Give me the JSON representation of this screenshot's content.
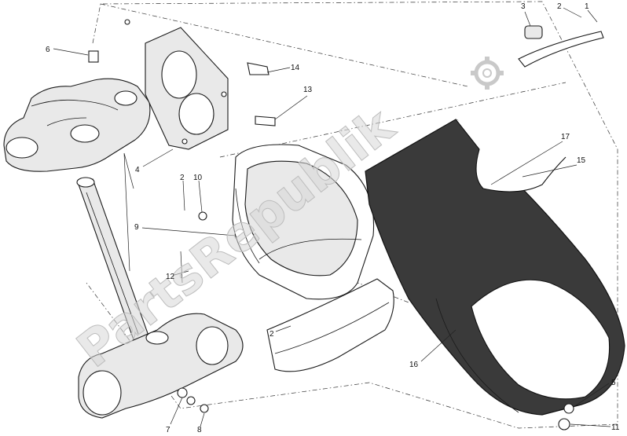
{
  "watermark": {
    "text": "PartsRepublik"
  },
  "callouts": [
    {
      "id": "c1",
      "text": "1"
    },
    {
      "id": "c2a",
      "text": "2"
    },
    {
      "id": "c3",
      "text": "3"
    },
    {
      "id": "c6",
      "text": "6"
    },
    {
      "id": "c14",
      "text": "14"
    },
    {
      "id": "c13",
      "text": "13"
    },
    {
      "id": "c17",
      "text": "17"
    },
    {
      "id": "c15",
      "text": "15"
    },
    {
      "id": "c4",
      "text": "4"
    },
    {
      "id": "c2b",
      "text": "2"
    },
    {
      "id": "c10",
      "text": "10"
    },
    {
      "id": "c9",
      "text": "9"
    },
    {
      "id": "c12",
      "text": "12"
    },
    {
      "id": "c2c",
      "text": "2"
    },
    {
      "id": "c16",
      "text": "16"
    },
    {
      "id": "c5",
      "text": "5"
    },
    {
      "id": "c11",
      "text": "11"
    },
    {
      "id": "c7",
      "text": "7"
    },
    {
      "id": "c8",
      "text": "8"
    }
  ],
  "colors": {
    "fairing": "#3a3a3a",
    "watermark": "#d7d7d7"
  },
  "icons": {
    "watermark_gear": "gear-icon"
  }
}
